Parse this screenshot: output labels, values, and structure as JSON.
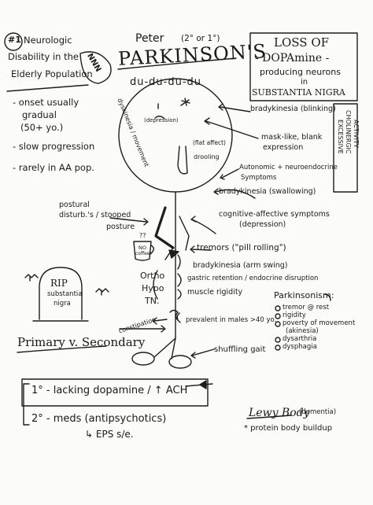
{
  "page": {
    "number_badge": "#1",
    "topic": [
      "Neurologic",
      "Disability in the",
      "Elderly Population"
    ],
    "person_name": "Peter",
    "person_note": "(2° or 1°)",
    "title": "PARKINSON'S",
    "stamp_text": "NNN",
    "mnemonic": "du-du-du-du",
    "left_notes": [
      "- onset usually",
      "gradual",
      "(50+ yo.)",
      "- slow progression",
      "- rarely in AA pop."
    ],
    "loss_box": [
      "LOSS OF",
      "- DOPAmine -",
      "producing neurons",
      "in",
      "SUBSTANTIA NIGRA"
    ],
    "vertical_box": [
      "EXCESSIVE",
      "CHOLINERGIC",
      "ACTIVITY"
    ],
    "face_labels": {
      "head_side": "dyskinesia / movement",
      "depression": "(depression)",
      "flat_affect": "(flat affect)",
      "drooling": "drooling"
    },
    "symptoms": {
      "bradykinesia_blinking": "bradykinesia (blinking)",
      "mask_like": [
        "mask-like, blank",
        "expression"
      ],
      "autonomic": [
        "Autonomic + neuroendocrine",
        "Symptoms"
      ],
      "swallowing": "bradykinesia (swallowing)",
      "cognitive": [
        "cognitive-affective symptoms",
        "(depression)"
      ],
      "postural": [
        "postural",
        "disturb.'s / stooped",
        "posture"
      ],
      "tremors": "tremors (\"pill rolling\")",
      "arm_swing": "bradykinesia (arm swing)",
      "gastric": "gastric retention / endocrine disruption",
      "rigidity": "muscle rigidity",
      "ortho": [
        "Ortho",
        "Hypo",
        "TN."
      ],
      "constipation": "constipation",
      "prevalent": "prevalent in males >40 yo.",
      "shuffling": "shuffling gait"
    },
    "coffee_cup": [
      "??",
      "NO",
      "coffee"
    ],
    "tombstone": [
      "RIP",
      "substantia",
      "nigra"
    ],
    "parkinsonism": {
      "title": "Parkinsonism:",
      "items": [
        "tremor @ rest",
        "rigidity",
        "poverty of movement",
        "(akinesia)",
        "dysarthria",
        "dysphagia"
      ]
    },
    "primary_secondary": {
      "title": "Primary v. Secondary",
      "primary": "1° - lacking dopamine / ↑ ACH",
      "secondary_1": "2° - meds (antipsychotics)",
      "secondary_2": "↳ EPS s/e."
    },
    "lewy": {
      "title": "Lewy Body",
      "note": "(dementia)",
      "detail": "* protein body buildup"
    }
  }
}
